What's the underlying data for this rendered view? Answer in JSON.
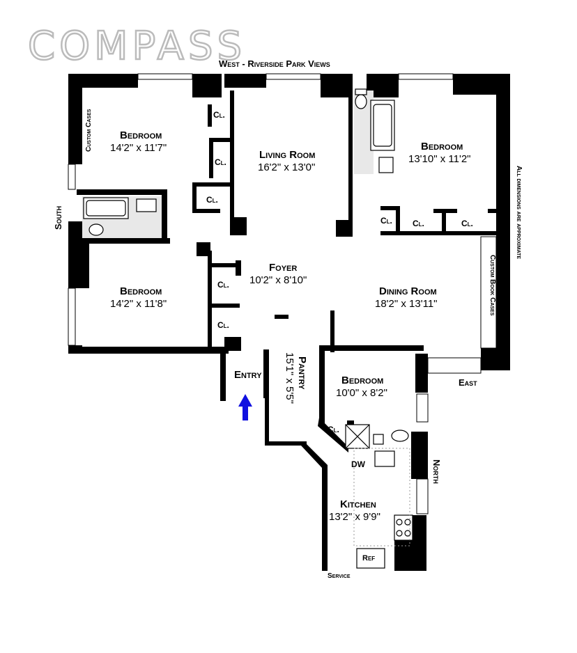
{
  "brand": "COMPASS",
  "compass_labels": {
    "west": "West - Riverside Park Views",
    "south": "South",
    "east": "East",
    "north": "North",
    "note": "All dimensions are approximate"
  },
  "rooms": {
    "bedroom_nw": {
      "name": "Bedroom",
      "dim": "14'2\"  x  11'7\""
    },
    "living": {
      "name": "Living Room",
      "dim": "16'2\"  x  13'0\""
    },
    "bedroom_ne": {
      "name": "Bedroom",
      "dim": "13'10\"  x  11'2\""
    },
    "foyer": {
      "name": "Foyer",
      "dim": "10'2\"  x  8'10\""
    },
    "bedroom_sw": {
      "name": "Bedroom",
      "dim": "14'2\"  x  11'8\""
    },
    "dining": {
      "name": "Dining Room",
      "dim": "18'2\"  x  13'11\""
    },
    "entry": {
      "name": "Entry"
    },
    "pantry": {
      "name": "Pantry",
      "dim": "15'1\"  x  5'5\""
    },
    "bedroom_s": {
      "name": "Bedroom",
      "dim": "10'0\"  x  8'2\""
    },
    "kitchen": {
      "name": "Kitchen",
      "dim": "13'2\"  x  9'9\""
    }
  },
  "fixtures": {
    "closet": "Cl.",
    "custom_cases": "Custom Cases",
    "custom_book_cases": "Custom Book Cases",
    "dw": "DW",
    "ref": "Ref",
    "service": "Service"
  },
  "colors": {
    "walls": "#000000",
    "arrow": "#1010e0",
    "logo_outline": "#bbbbbb"
  }
}
